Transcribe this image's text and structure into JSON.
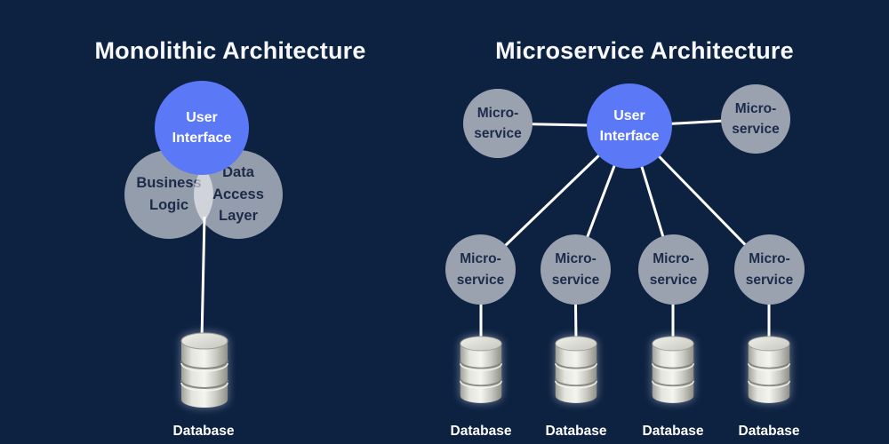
{
  "colors": {
    "background": "#0d2141",
    "accent_blue": "#5b78f7",
    "circle_gray": "#9aa2b0",
    "dark_text": "#1d2b4b",
    "line_white": "#ffffff"
  },
  "left_panel": {
    "title": "Monolithic Architecture",
    "user_interface": "User\nInterface",
    "business_logic": "Business\nLogic",
    "data_access_layer": "Data\nAccess\nLayer",
    "database_label": "Database"
  },
  "right_panel": {
    "title": "Microservice Architecture",
    "user_interface": "User\nInterface",
    "microservices": [
      "Micro-\nservice",
      "Micro-\nservice",
      "Micro-\nservice",
      "Micro-\nservice",
      "Micro-\nservice",
      "Micro-\nservice"
    ],
    "databases": [
      "Database",
      "Database",
      "Database",
      "Database"
    ]
  }
}
